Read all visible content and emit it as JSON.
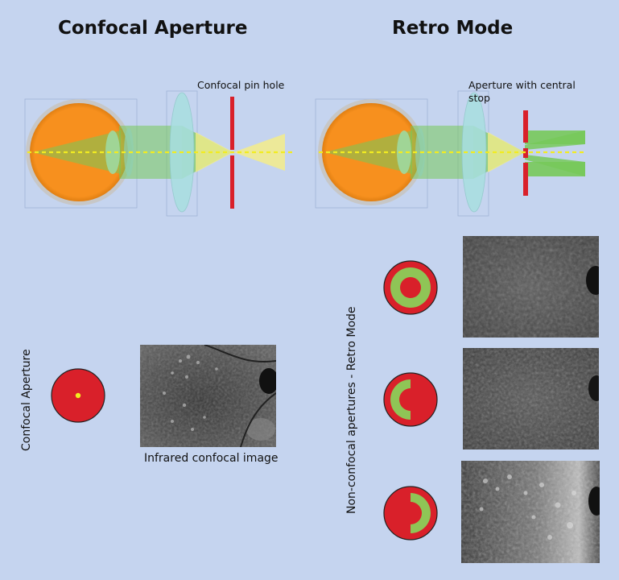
{
  "titles": {
    "left": "Confocal Aperture",
    "right": "Retro Mode"
  },
  "labels": {
    "pinhole": "Confocal pin hole",
    "central_stop": "Aperture with central stop",
    "infrared_image": "Infrared confocal image",
    "vertical_confocal": "Confocal Aperture",
    "vertical_retro": "Non-confocal apertures - Retro Mode"
  },
  "colors": {
    "background": "#c5d4ef",
    "eye": "#f7901e",
    "lens": "#a8dfe0",
    "beam_green": "#77c95a",
    "beam_yellow": "#f3ec8a",
    "aperture_red": "#d9202a",
    "ring_green": "#8fc556",
    "axis_yellow": "#f2ec20"
  }
}
